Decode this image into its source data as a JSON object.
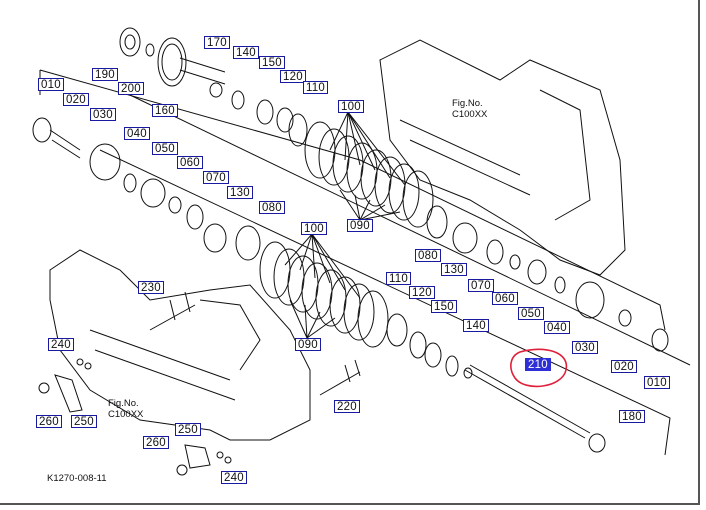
{
  "diagram": {
    "code": "K1270-008-11",
    "fig_ref_1": {
      "line1": "Fig.No.",
      "line2": "C100XX"
    },
    "fig_ref_2": {
      "line1": "Fig.No.",
      "line2": "C100XX"
    },
    "highlight_color": "#e0203a",
    "labels": [
      "010",
      "020",
      "030",
      "040",
      "050",
      "060",
      "070",
      "080",
      "090",
      "100",
      "110",
      "120",
      "130",
      "140",
      "150",
      "160",
      "170",
      "180",
      "190",
      "200",
      "210",
      "220",
      "230",
      "240",
      "250",
      "260"
    ],
    "highlighted_label": "210"
  }
}
